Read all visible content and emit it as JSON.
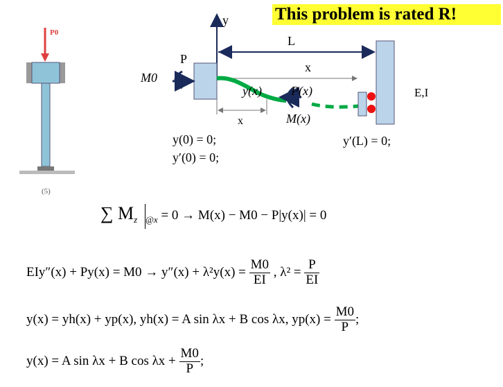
{
  "banner": "This problem is rated R!",
  "left_figure": {
    "load_label": "P0",
    "caption": "(5)"
  },
  "diagram": {
    "y_axis": "y",
    "length_label": "L",
    "force_label": "P",
    "moment_label": "M0",
    "x_axis_label": "x",
    "deflection_label": "y(x)",
    "internal_force_label": "P(x)",
    "internal_moment_label": "M(x)",
    "dimension_x": "x",
    "stiffness_label": "E,I",
    "bc_left_1": "y(0) = 0;",
    "bc_left_2": "y′(0) = 0;",
    "bc_right": "y′(L) = 0;",
    "colors": {
      "beam": "#00aa44",
      "support": "#bcd4ea",
      "pin": "#ee1111",
      "axis": "#1a2a5a"
    }
  },
  "equations": {
    "sum_moments_lhs": "∑ M",
    "sum_moments_sub": "z",
    "sum_moments_eval": "@x",
    "sum_moments_rhs": "= 0   →   M(x) − M0 − P|y(x)| = 0",
    "ode_left": "EIy″(x) + Py(x) = M0   →   y″(x) + λ²y(x) =",
    "ode_frac_num": "M0",
    "ode_frac_den": "EI",
    "lambda_lhs": ",   λ² =",
    "lambda_num": "P",
    "lambda_den": "EI",
    "general_solution": "y(x) = yh(x) + yp(x),    yh(x) = A sin λx + B cos λx,   yp(x) =",
    "yp_num": "M0",
    "yp_den": "P",
    "final_solution": "y(x) = A sin λx + B cos λx +",
    "final_num": "M0",
    "final_den": "P",
    "terminator": ";"
  }
}
